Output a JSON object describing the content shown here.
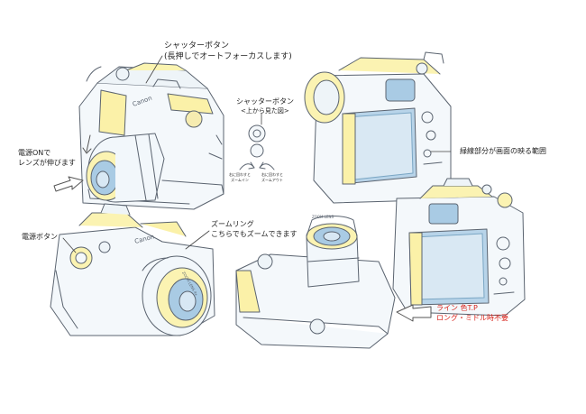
{
  "labels": {
    "shutter_title": "シャッターボタン",
    "shutter_note": "(長押しでオートフォーカスします)",
    "shutter_top_title": "シャッターボタン",
    "shutter_top_sub": "<上から見た図>",
    "zoom_in_1": "右に回わすと",
    "zoom_in_2": "ズームイン",
    "zoom_out_1": "右に回わすと",
    "zoom_out_2": "ズームアウト",
    "power_on_1": "電源ONで",
    "power_on_2": "レンズが伸びます",
    "power_button": "電源ボタン",
    "zoom_ring_1": "ズームリング",
    "zoom_ring_2": "こちらでもズームできます",
    "screen_area": "緑線部分が画面の映る範囲",
    "line_color_1": "ライン 色T.P",
    "line_color_2": "ロング・ミドル時不要"
  },
  "lens_text": {
    "front_left": "Canon",
    "lens_ring": "ZOOM LENS 4x",
    "bottom_lens": "ZOOM LENS"
  },
  "colors": {
    "line": "#5b6470",
    "yellow": "#f2e43a",
    "blue": "#9cc3e0",
    "red_note": "#d8231b"
  }
}
